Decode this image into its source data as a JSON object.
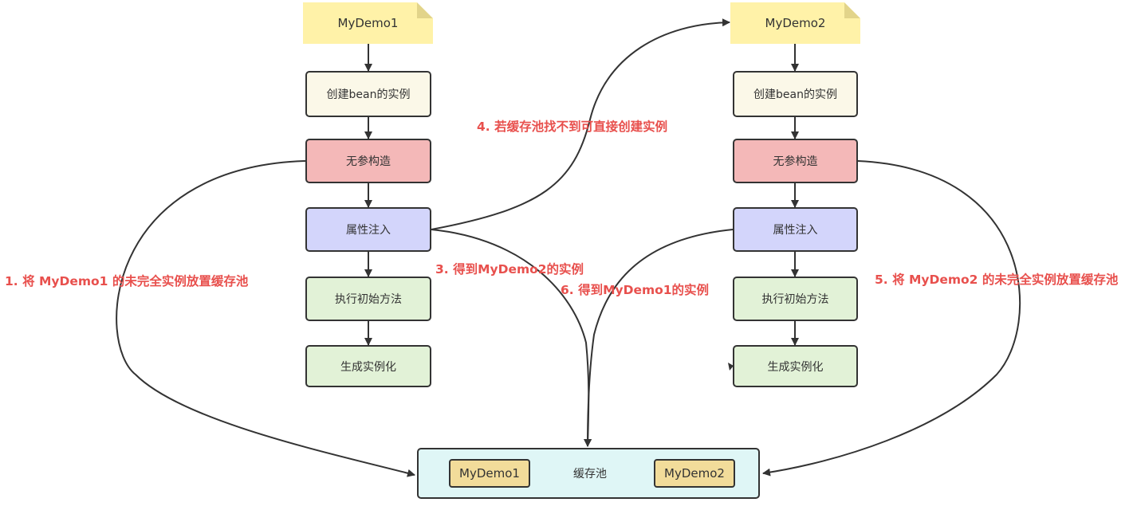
{
  "left_flow": {
    "title": "MyDemo1",
    "steps": [
      "创建bean的实例",
      "无参构造",
      "属性注入",
      "执行初始方法",
      "生成实例化"
    ]
  },
  "right_flow": {
    "title": "MyDemo2",
    "steps": [
      "创建bean的实例",
      "无参构造",
      "属性注入",
      "执行初始方法",
      "生成实例化"
    ]
  },
  "cache_pool": {
    "label": "缓存池",
    "items": [
      "MyDemo1",
      "MyDemo2"
    ]
  },
  "edge_labels": {
    "step1": "1. 将 MyDemo1 的未完全实例放置缓存池",
    "step3": "3. 得到MyDemo2的实例",
    "step4": "4. 若缓存池找不到可直接创建实例",
    "step5": "5. 将 MyDemo2 的未完全实例放置缓存池",
    "step6": "6. 得到MyDemo1的实例"
  },
  "colors": {
    "note": "#fff2a8",
    "create": "#fbf8e8",
    "construct": "#f4b8b8",
    "inject": "#d3d5fb",
    "init": "#e2f2d7",
    "pool": "#dff6f6",
    "pool_item": "#f2dc9a",
    "label_red": "#e8504d",
    "edge": "#333333"
  }
}
